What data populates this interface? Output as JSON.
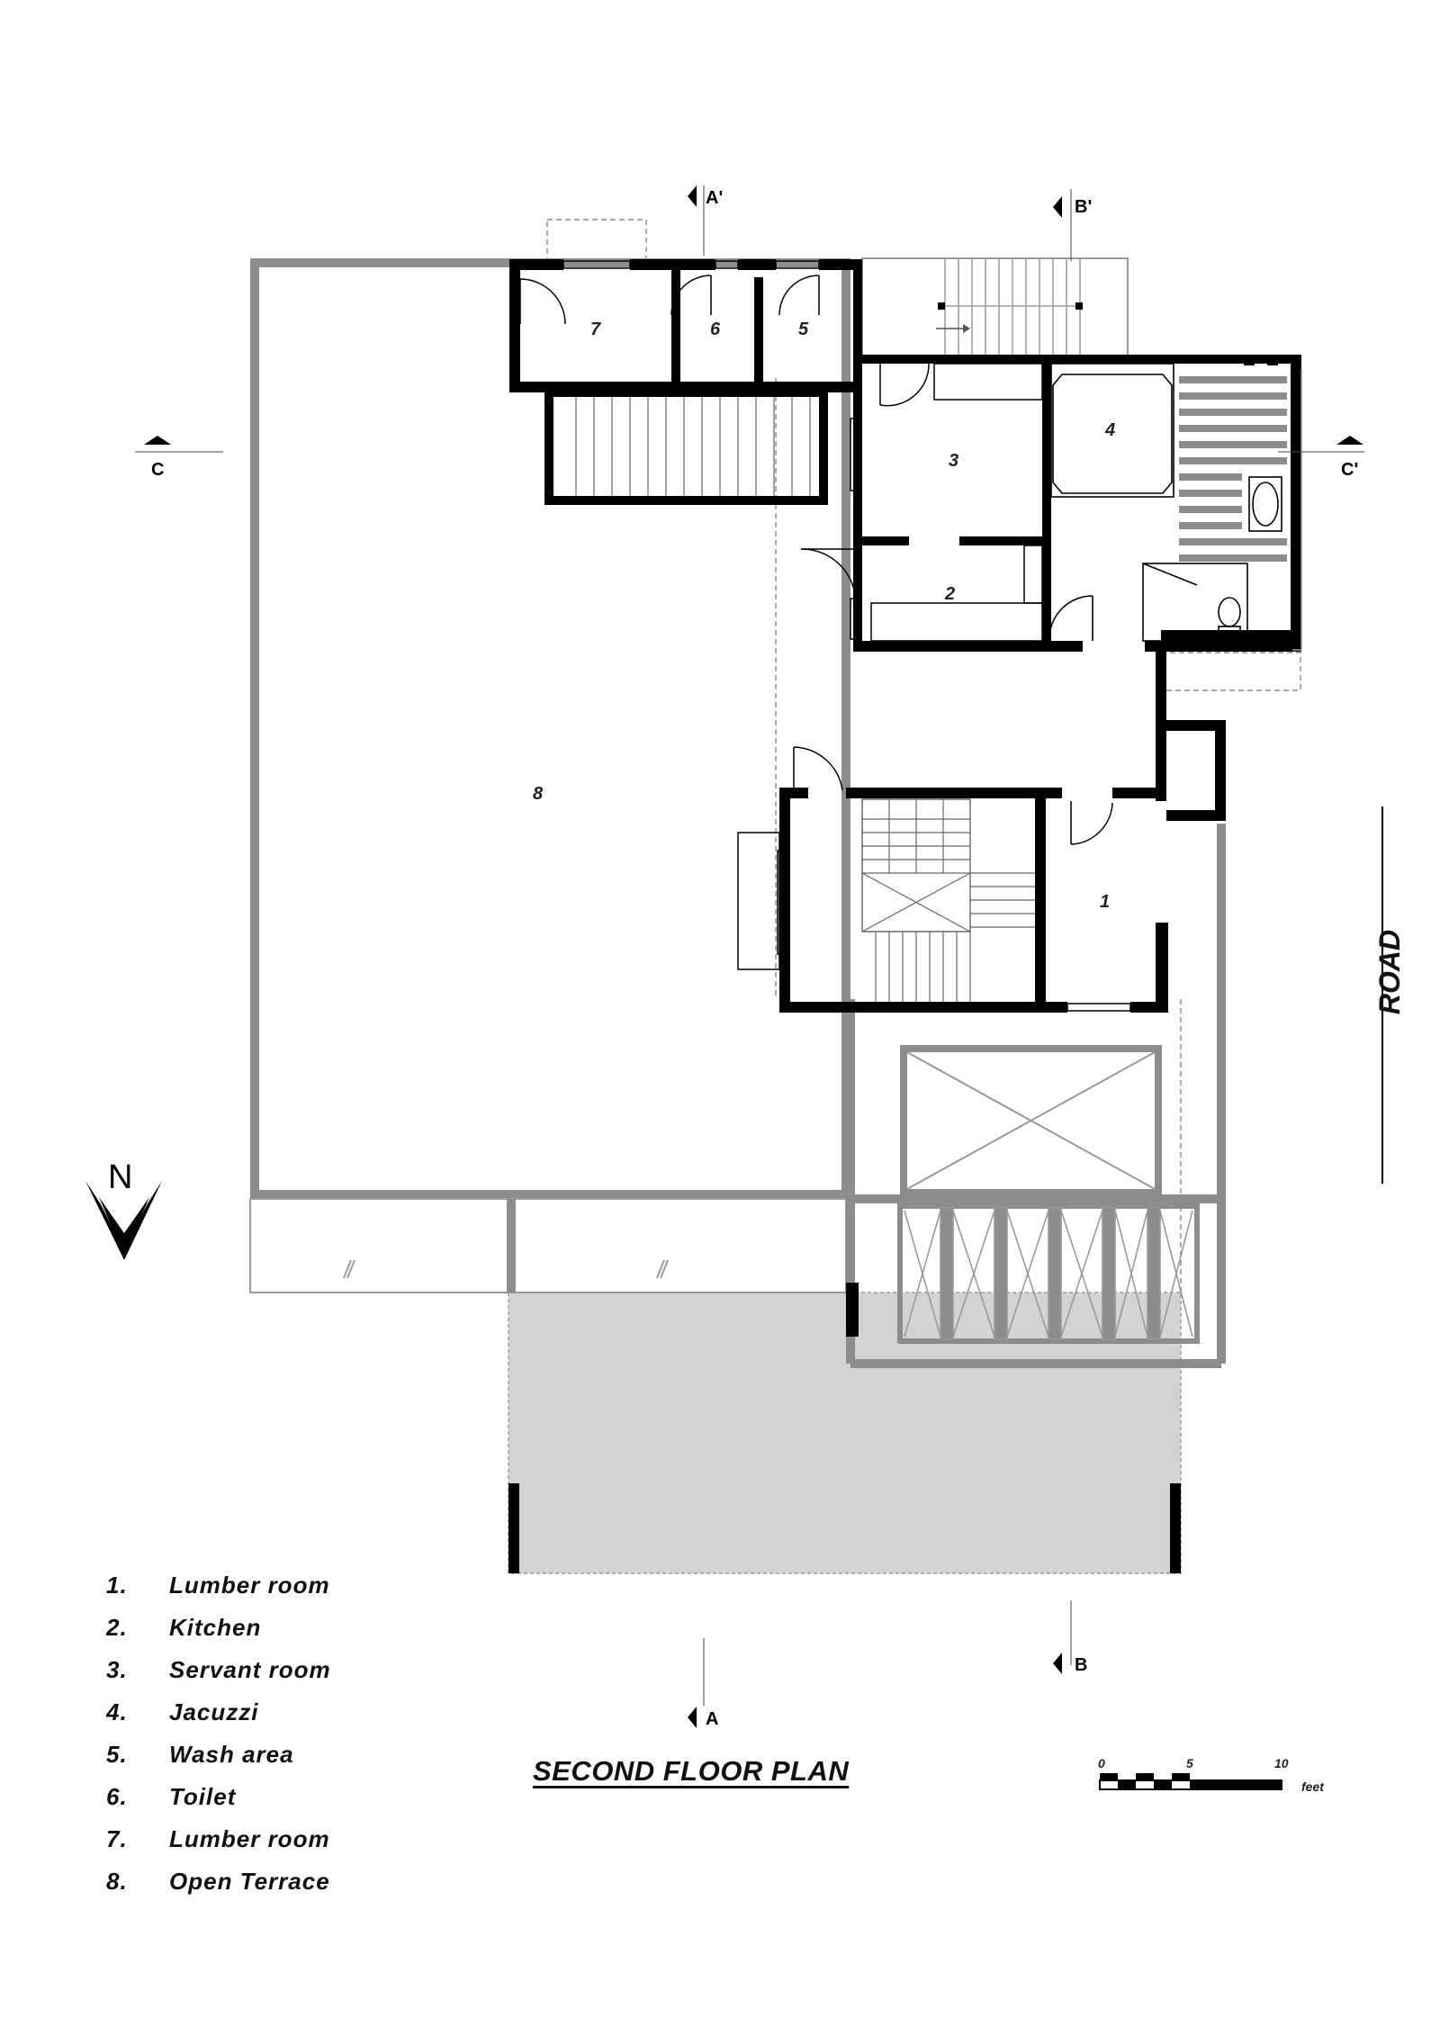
{
  "title": "SECOND FLOOR PLAN",
  "road_label": "ROAD",
  "north_label": "N",
  "section_markers": {
    "a_top": "A'",
    "a_bottom": "A",
    "b_top": "B'",
    "b_bottom": "B",
    "c_left": "C",
    "c_right": "C'"
  },
  "room_numbers": [
    "1",
    "2",
    "3",
    "4",
    "5",
    "6",
    "7",
    "8"
  ],
  "legend": [
    {
      "num": "1.",
      "text": "Lumber room"
    },
    {
      "num": "2.",
      "text": "Kitchen"
    },
    {
      "num": "3.",
      "text": "Servant room"
    },
    {
      "num": "4.",
      "text": "Jacuzzi"
    },
    {
      "num": "5.",
      "text": "Wash area"
    },
    {
      "num": "6.",
      "text": "Toilet"
    },
    {
      "num": "7.",
      "text": "Lumber room"
    },
    {
      "num": "8.",
      "text": "Open Terrace"
    }
  ],
  "scale_bar": {
    "ticks": [
      "0",
      "5",
      "10"
    ],
    "unit": "feet"
  },
  "colors": {
    "wall": "#000000",
    "parapet": "#8c8c8c",
    "terrace_shade": "#d3d3d3"
  }
}
